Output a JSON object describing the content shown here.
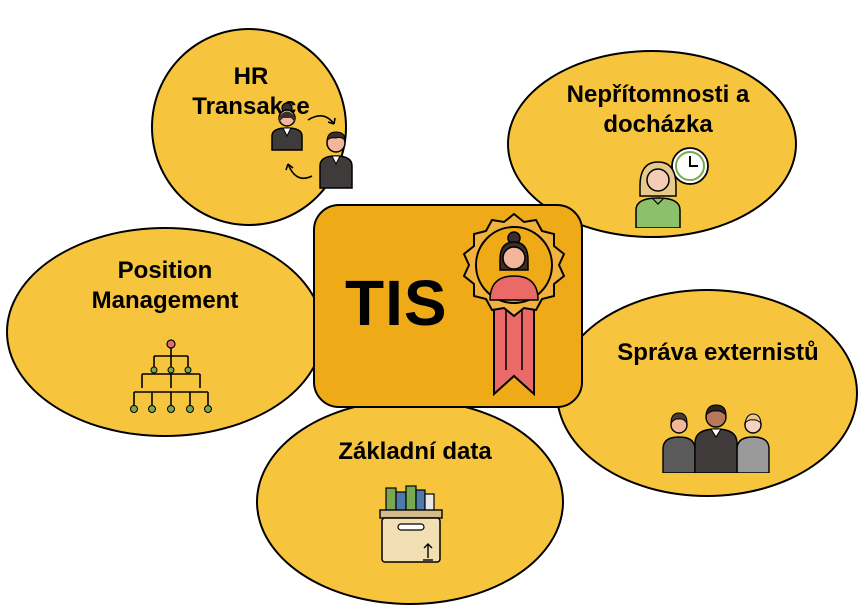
{
  "center": {
    "title": "TIS",
    "icon": "award-badge-person-icon"
  },
  "modules": [
    {
      "label": "HR Transakce",
      "icon": "employee-transfer-icon"
    },
    {
      "label": "Nepřítomnosti a docházka",
      "icon": "person-clock-icon"
    },
    {
      "label": "Position Management",
      "icon": "org-hierarchy-icon"
    },
    {
      "label": "Správa externistů",
      "icon": "team-group-icon"
    },
    {
      "label": "Základní data",
      "icon": "archive-box-icon"
    }
  ],
  "colors": {
    "bubble": "#f7c43e",
    "center": "#efaa18",
    "ribbon": "#e96a67",
    "outline": "#000000"
  }
}
